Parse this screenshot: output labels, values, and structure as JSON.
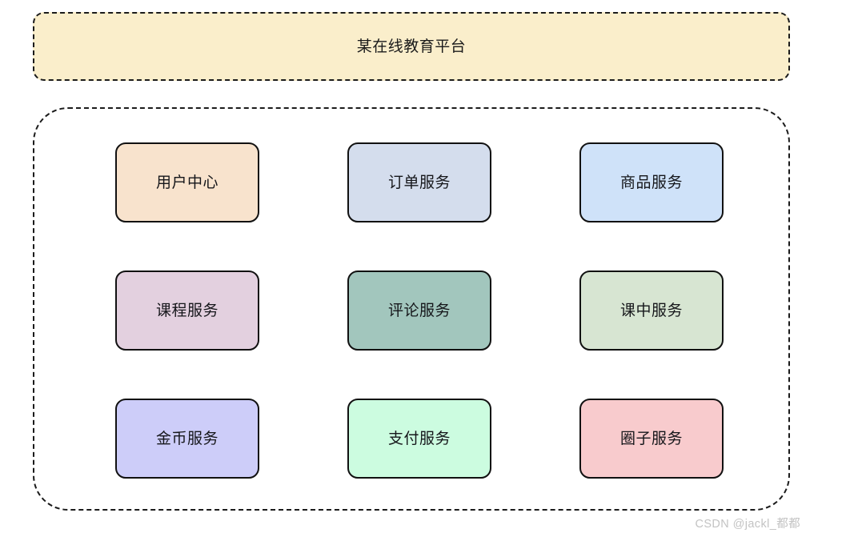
{
  "platform": {
    "title": "某在线教育平台",
    "fill_color": "#faeecb",
    "border_color": "#1b1b1b"
  },
  "container": {
    "fill_color": "#ffffff",
    "border_color": "#1b1b1b"
  },
  "services": [
    {
      "name": "用户中心",
      "fill_color": "#f8e3cd"
    },
    {
      "name": "订单服务",
      "fill_color": "#d4dded"
    },
    {
      "name": "商品服务",
      "fill_color": "#cfe2f9"
    },
    {
      "name": "课程服务",
      "fill_color": "#e3d0df"
    },
    {
      "name": "评论服务",
      "fill_color": "#a2c6bd"
    },
    {
      "name": "课中服务",
      "fill_color": "#d7e5d2"
    },
    {
      "name": "金币服务",
      "fill_color": "#cdcdf9"
    },
    {
      "name": "支付服务",
      "fill_color": "#ccfce0"
    },
    {
      "name": "圈子服务",
      "fill_color": "#f8cbcd"
    }
  ],
  "watermark": {
    "text": "CSDN @jackl_都都",
    "color": "#c3c3c3"
  }
}
